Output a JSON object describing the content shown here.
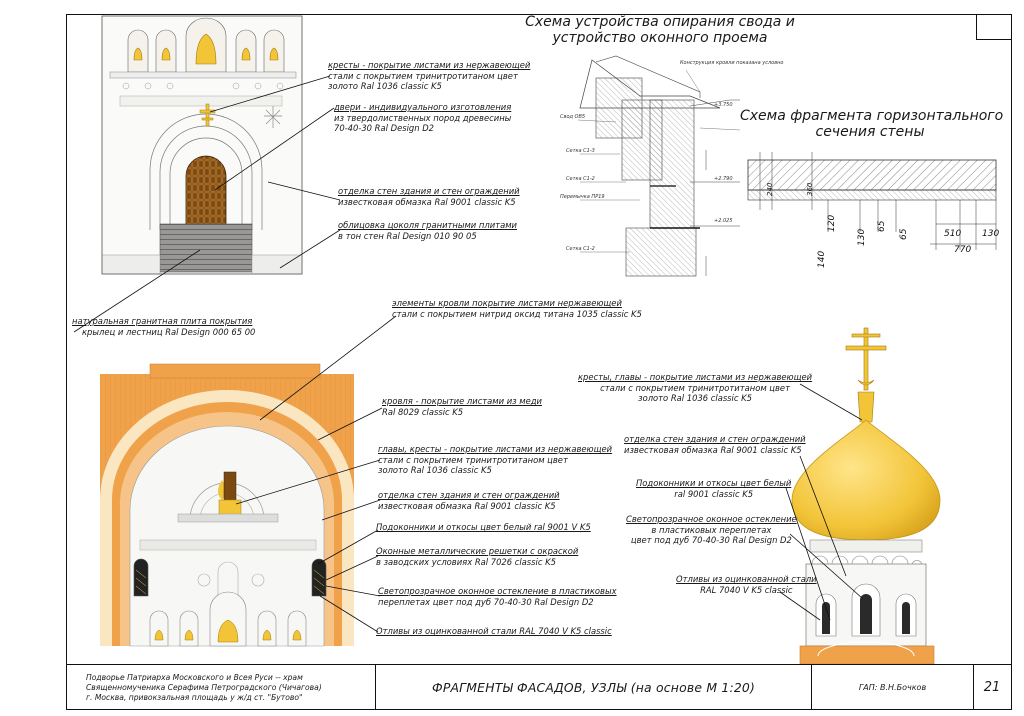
{
  "schemes": {
    "vault_title": "Схема устройства опирания свода и устройство оконного проема",
    "vault_title_line1": "Схема устройства опирания свода и",
    "vault_title_line2": "устройство оконного проема",
    "section_title_line1": "Схема фрагмента горизонтального",
    "section_title_line2": "сечения стены",
    "section_dims": [
      "130",
      "65",
      "65",
      "510",
      "130",
      "770",
      "120",
      "140",
      "240",
      "360"
    ],
    "vault_marks": [
      "+3.750",
      "+2.790",
      "+2.025",
      "Свод ОВ5",
      "Сетка С1-3",
      "Сетка С1-2",
      "Перемычка ПР19",
      "Сетка С1-2",
      "Конструкция кровли показана условно"
    ]
  },
  "notes": {
    "n1": {
      "l1": "кресты - покрытие листами из нержавеющей",
      "l2": "стали с покрытием тринитротитаном цвет",
      "l3": "золото Ral 1036 classic K5"
    },
    "n2": {
      "l1": "двери - индивидуального изготовления",
      "l2": "из твердолиственных пород древесины",
      "l3": "70-40-30 Ral Design D2"
    },
    "n3": {
      "l1": "отделка стен здания и стен ограждений",
      "l2": "известковая обмазка Ral 9001 classic K5"
    },
    "n4": {
      "l1": "облицовка цоколя гранитными плитами",
      "l2": "в тон стен Ral Design 010 90 05"
    },
    "n5": {
      "l1": "натуральная гранитная плита покрытия",
      "l2": "крылец и лестниц Ral Design 000 65 00"
    },
    "n6": {
      "l1": "элементы кровли покрытие листами нержавеющей",
      "l2": "стали с покрытием нитрид оксид титана 1035 classic K5"
    },
    "n7": {
      "l1": "кровля - покрытие листами из меди",
      "l2": "Ral 8029 classic K5"
    },
    "n8": {
      "l1": "главы, кресты - покрытие листами из нержавеющей",
      "l2": "стали с покрытием тринитротитаном цвет",
      "l3": "золото Ral 1036 classic K5"
    },
    "n9": {
      "l1": "отделка стен здания и стен ограждений",
      "l2": "известковая обмазка Ral 9001 classic K5"
    },
    "n10": {
      "l1": "Подоконники и откосы цвет белый ral 9001 V K5"
    },
    "n11": {
      "l1": "Оконные металлические решетки с окраской",
      "l2": "в заводских условиях Ral 7026 classic K5"
    },
    "n12": {
      "l1": "Светопрозрачное оконное остекление в пластиковых",
      "l2": "переплетах цвет под дуб 70-40-30 Ral Design D2"
    },
    "n13": {
      "l1": "Отливы из оцинкованной стали RAL 7040 V K5 classic"
    },
    "n14": {
      "l1": "кресты, главы - покрытие листами из нержавеющей",
      "l2": "стали с покрытием тринитротитаном цвет",
      "l3": "золото Ral 1036 classic K5"
    },
    "n15": {
      "l1": "отделка стен здания и стен ограждений",
      "l2": "известковая обмазка Ral 9001 classic K5"
    },
    "n16": {
      "l1": "Подоконники и откосы цвет белый",
      "l2": "ral 9001 classic K5"
    },
    "n17": {
      "l1": "Светопрозрачное оконное остекление",
      "l2": "в пластиковых переплетах",
      "l3": "цвет под дуб 70-40-30 Ral Design D2"
    },
    "n18": {
      "l1": "Отливы из оцинкованной стали",
      "l2": "RAL 7040 V K5 classic"
    }
  },
  "stamp": {
    "address_l1": "Подворье Патриарха Московского и Всея Руси -- храм",
    "address_l2": "Священномученика Серафима Петроградского (Чичагова)",
    "address_l3": "г. Москва, привокзальная площадь у ж/д ст. \"Бутово\"",
    "sheet_title": "ФРАГМЕНТЫ ФАСАДОВ, УЗЛЫ (на основе М 1:20)",
    "author": "ГАП: В.Н.Бочков",
    "sheet_number": "21"
  },
  "colors": {
    "gold": "#f2c438",
    "copper": "#f0a24a",
    "copper_light": "#f6c489",
    "cream": "#fbe6c2",
    "wall": "#f6f6f4",
    "door": "#7a4a12",
    "granite": "#8a8a88",
    "sky": "#ffffff",
    "line": "#111111"
  }
}
